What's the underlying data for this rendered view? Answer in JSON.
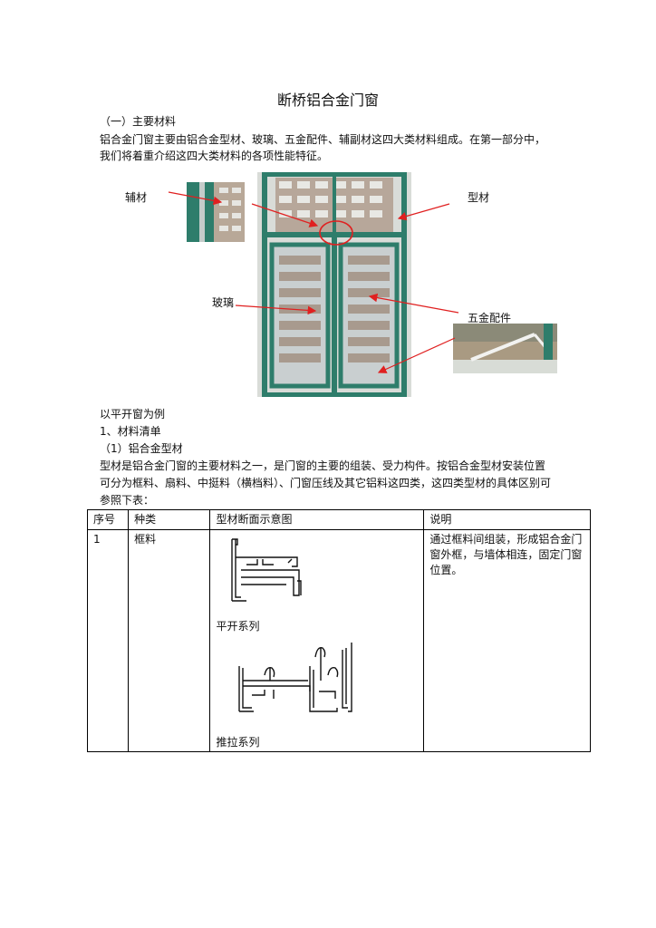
{
  "doc": {
    "title": "断桥铝合金门窗",
    "section_heading": "（一）主要材料",
    "intro_line1": "铝合金门窗主要由铝合金型材、玻璃、五金配件、辅副材这四大类材料组成。在第一部分中，",
    "intro_line2": "我们将着重介绍这四大类材料的各项性能特征。",
    "figure_labels": {
      "aux": "辅材",
      "profile": "型材",
      "glass": "玻璃",
      "hardware": "五金配件"
    },
    "example_line": "以平开窗为例",
    "list_heading": "1、材料清单",
    "sub_heading": "（1）铝合金型材",
    "body_line1": "型材是铝合金门窗的主要材料之一，是门窗的主要的组装、受力构件。按铝合金型材安装位置",
    "body_line2": "可分为框料、扇料、中挺料（横档料）、门窗压线及其它铝料这四类，这四类型材的具体区别可",
    "body_line3": "参照下表："
  },
  "table": {
    "headers": [
      "序号",
      "种类",
      "型材断面示意图",
      "说明"
    ],
    "row1": {
      "no": "1",
      "type": "框料",
      "caption_a": "平开系列",
      "caption_b": "推拉系列",
      "desc": "通过框料间组装，形成铝合金门窗外框，与墙体相连，固定门窗位置。"
    }
  },
  "colors": {
    "frame_green": "#2e7d6b",
    "annotation_red": "#e02020"
  }
}
